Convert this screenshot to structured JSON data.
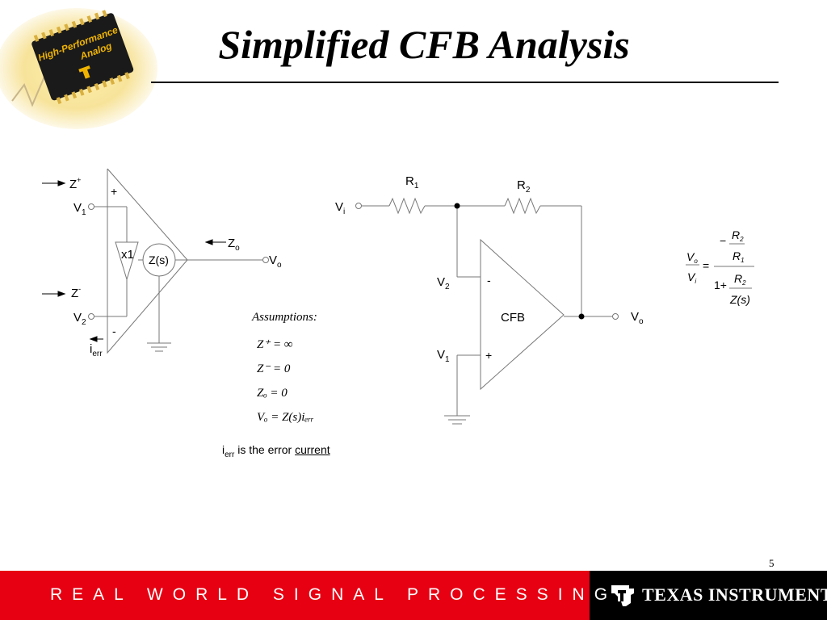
{
  "slide": {
    "title": "Simplified CFB Analysis",
    "page_number": "5",
    "error_note_sub": "err",
    "error_note_text": " is the error ",
    "error_note_link": "current"
  },
  "logo": {
    "line1": "High-Performance",
    "line2": "Analog"
  },
  "left_circuit": {
    "z_plus": "Z",
    "z_plus_sup": "+",
    "v1": "V",
    "v1_sub": "1",
    "plus_sign": "+",
    "buffer": "x1",
    "zs": "Z(s)",
    "zo": "Z",
    "zo_sub": "o",
    "vo": "V",
    "vo_sub": "o",
    "z_minus": "Z",
    "z_minus_sup": "-",
    "v2": "V",
    "v2_sub": "2",
    "minus_sign": "-",
    "ierr": "i",
    "ierr_sub": "err"
  },
  "assumptions": {
    "heading": "Assumptions:",
    "eq1": "Z⁺ = ∞",
    "eq2": "Z⁻ = 0",
    "eq3": "Zₒ = 0",
    "eq4": "Vₒ = Z(s)iₑᵣᵣ"
  },
  "right_circuit": {
    "r1": "R",
    "r1_sub": "1",
    "r2": "R",
    "r2_sub": "2",
    "vi": "V",
    "vi_sub": "i",
    "v2": "V",
    "v2_sub": "2",
    "v1": "V",
    "v1_sub": "1",
    "minus_sign": "-",
    "plus_sign": "+",
    "amp": "CFB",
    "vo": "V",
    "vo_sub": "o"
  },
  "transfer_function": {
    "lhs_num": "V",
    "lhs_num_sub": "o",
    "lhs_den": "V",
    "lhs_den_sub": "i",
    "equals": "=",
    "neg": "−",
    "r2": "R",
    "r2_sub": "2",
    "r1": "R",
    "r1_sub": "1",
    "one_plus": "1+",
    "zs": "Z(s)"
  },
  "footer": {
    "tagline": "REAL WORLD SIGNAL PROCESSING",
    "tm": "™",
    "company": "TEXAS INSTRUMENTS"
  },
  "colors": {
    "footer_red": "#e60012",
    "footer_black": "#000000",
    "logo_gold": "#f0b400"
  }
}
